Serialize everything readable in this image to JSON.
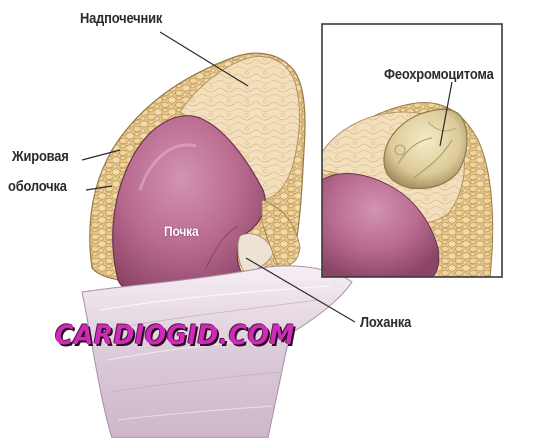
{
  "labels": {
    "adrenal": "Надпочечник",
    "fat_capsule_line1": "Жировая",
    "fat_capsule_line2": "оболочка",
    "kidney": "Почка",
    "pelvis": "Лоханка",
    "tumor": "Феохромоцитома"
  },
  "watermark": "CARDIOGID.COM",
  "colors": {
    "kidney": "#b66a8e",
    "adrenal": "#f1dcb6",
    "fat": "#e8c98c",
    "tumor": "#e5d7a8",
    "watermark": "#d02ab8"
  }
}
